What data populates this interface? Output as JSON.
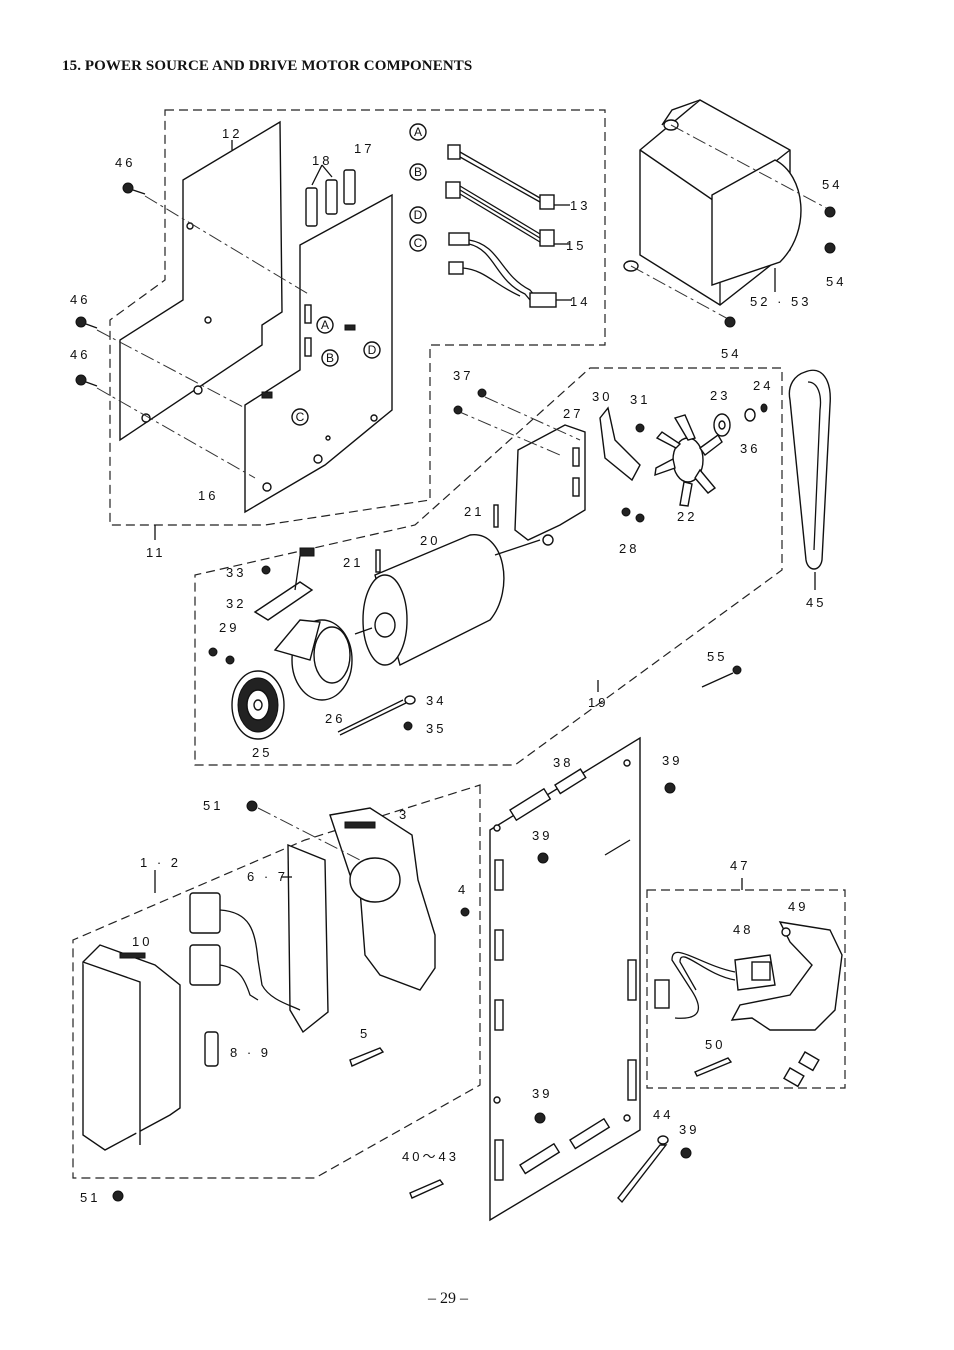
{
  "page": {
    "title": "15. POWER SOURCE AND DRIVE MOTOR COMPONENTS",
    "page_number": "– 29 –"
  },
  "callouts": {
    "p1_2": "1 · 2",
    "p3": "3",
    "p4": "4",
    "p5": "5",
    "p6_7": "6 · 7",
    "p8_9": "8 · 9",
    "p10": "10",
    "p11": "11",
    "p12": "12",
    "p13": "13",
    "p14": "14",
    "p15": "15",
    "p16": "16",
    "p17": "17",
    "p18": "18",
    "p19": "19",
    "p20": "20",
    "p21a": "21",
    "p21b": "21",
    "p22": "22",
    "p23": "23",
    "p24": "24",
    "p25": "25",
    "p26": "26",
    "p27": "27",
    "p28": "28",
    "p29": "29",
    "p30": "30",
    "p31": "31",
    "p32": "32",
    "p33": "33",
    "p34": "34",
    "p35": "35",
    "p36": "36",
    "p37": "37",
    "p38": "38",
    "p39a": "39",
    "p39b": "39",
    "p39c": "39",
    "p39d": "39",
    "p40_43": "40～43",
    "p44": "44",
    "p45": "45",
    "p46a": "46",
    "p46b": "46",
    "p46c": "46",
    "p47": "47",
    "p48": "48",
    "p49": "49",
    "p50": "50",
    "p51a": "51",
    "p51b": "51",
    "p52_53": "52 · 53",
    "p54a": "54",
    "p54b": "54",
    "p54c": "54",
    "p55": "55"
  },
  "connectors": {
    "A": "A",
    "B": "B",
    "C": "C",
    "D": "D"
  }
}
